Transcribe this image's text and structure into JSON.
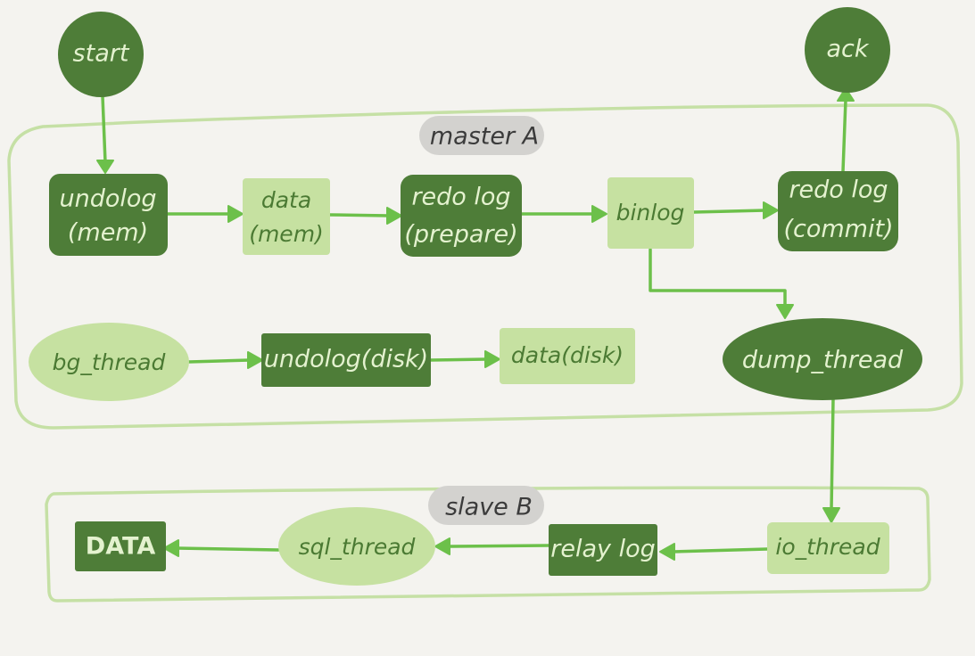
{
  "containers": {
    "master_label": "master A",
    "slave_label": "slave B"
  },
  "nodes": {
    "start": "start",
    "ack": "ack",
    "undolog_mem_line1": "undolog",
    "undolog_mem_line2": "(mem)",
    "data_mem_line1": "data",
    "data_mem_line2": "(mem)",
    "redo_prepare_line1": "redo log",
    "redo_prepare_line2": "(prepare)",
    "binlog": "binlog",
    "redo_commit_line1": "redo log",
    "redo_commit_line2": "(commit)",
    "bg_thread": "bg_thread",
    "undolog_disk": "undolog(disk)",
    "data_disk": "data(disk)",
    "dump_thread": "dump_thread",
    "io_thread": "io_thread",
    "relay_log": "relay log",
    "sql_thread": "sql_thread",
    "DATA": "DATA"
  },
  "colors": {
    "dark_node": "#4e7d38",
    "light_node": "#c6e1a1",
    "arrow": "#6cc04a",
    "container_border": "#c5e0a5",
    "background": "#f4f3ef"
  }
}
